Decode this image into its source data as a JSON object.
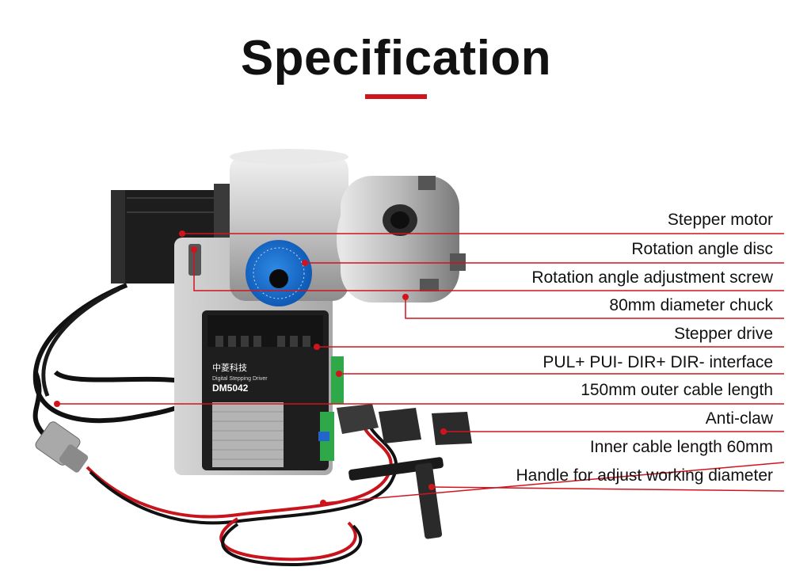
{
  "title": "Specification",
  "colors": {
    "accent": "#d0141e",
    "text": "#111111",
    "background": "#ffffff"
  },
  "driver": {
    "brand": "中菱科技",
    "model": "DM5042",
    "subtitle": "Digital Stepping Driver"
  },
  "callouts": [
    {
      "label": "Stepper motor"
    },
    {
      "label": "Rotation angle disc"
    },
    {
      "label": "Rotation angle adjustment screw"
    },
    {
      "label": "80mm diameter chuck"
    },
    {
      "label": "Stepper drive"
    },
    {
      "label": "PUL+ PUI- DIR+ DIR- interface"
    },
    {
      "label": "150mm outer cable length"
    },
    {
      "label": "Anti-claw"
    },
    {
      "label": "Inner cable length 60mm"
    },
    {
      "label": "Handle for adjust working diameter"
    }
  ]
}
